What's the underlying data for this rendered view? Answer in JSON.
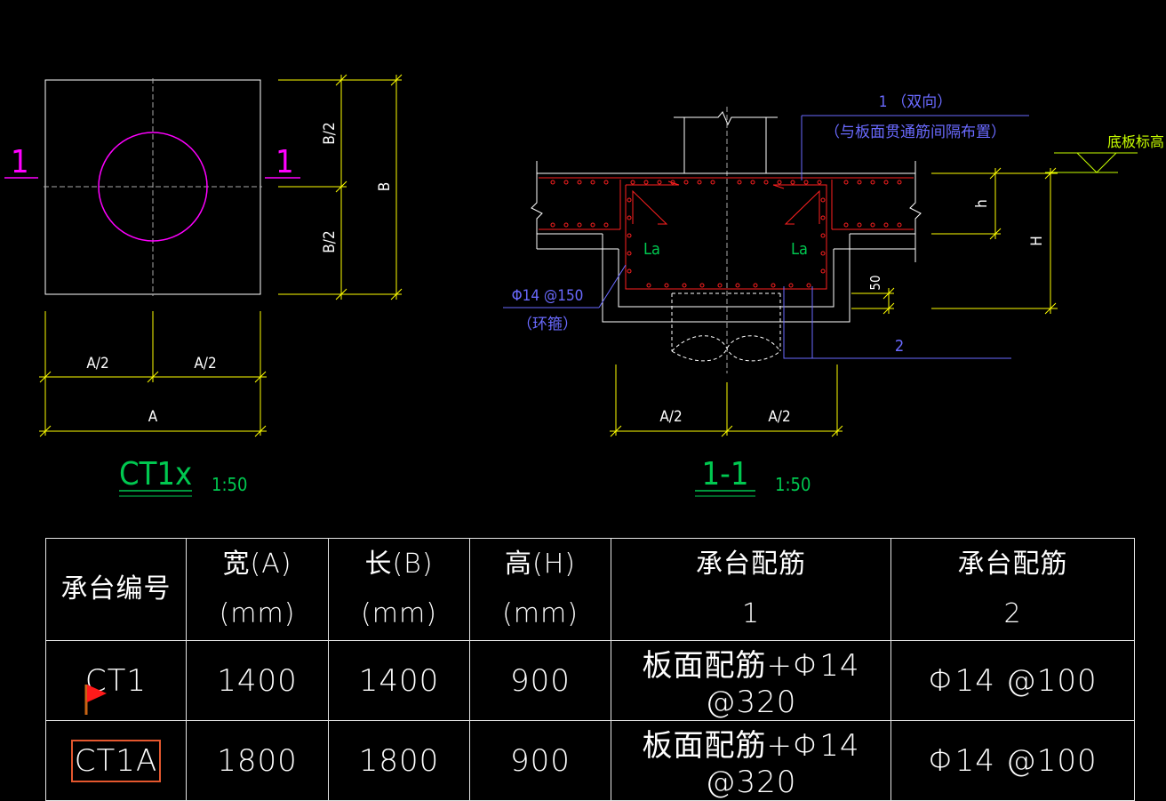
{
  "plan": {
    "section_mark_left": "1",
    "section_mark_right": "1",
    "dim_b_half_top": "B/2",
    "dim_b_half_bottom": "B/2",
    "dim_b": "B",
    "dim_a_half_left": "A/2",
    "dim_a_half_right": "A/2",
    "dim_a": "A",
    "title": "CT1x",
    "scale": "1:50"
  },
  "section": {
    "callout1_line1": "1 （双向）",
    "callout1_line2": "（与板面贯通筋间隔布置）",
    "elevation_label": "底板标高",
    "la_left": "La",
    "la_right": "La",
    "dim_h": "h",
    "dim_H": "H",
    "dim_50": "50",
    "stirrup_line1": "Φ14 @150",
    "stirrup_line2": "（环箍）",
    "callout2": "2",
    "dim_a_half_left": "A/2",
    "dim_a_half_right": "A/2",
    "title": "1-1",
    "scale": "1:50"
  },
  "table": {
    "headers": [
      {
        "line1": "承台编号",
        "line2": ""
      },
      {
        "line1": "宽(A)",
        "line2": "(mm)"
      },
      {
        "line1": "长(B)",
        "line2": "(mm)"
      },
      {
        "line1": "高(H)",
        "line2": "(mm)"
      },
      {
        "line1": "承台配筋",
        "line2": "1"
      },
      {
        "line1": "承台配筋",
        "line2": "2"
      }
    ],
    "rows": [
      [
        "CT1",
        "1400",
        "1400",
        "900",
        "板面配筋+Φ14 @320",
        "Φ14 @100"
      ],
      [
        "CT1A",
        "1800",
        "1800",
        "900",
        "板面配筋+Φ14 @320",
        "Φ14 @100"
      ]
    ]
  },
  "colors": {
    "background": "#000000",
    "white": "#ffffff",
    "yellow": "#ffff00",
    "magenta": "#ff00ff",
    "red": "#ff2020",
    "green": "#00c850",
    "blue": "#6a6aff",
    "selection": "#e4572e"
  }
}
